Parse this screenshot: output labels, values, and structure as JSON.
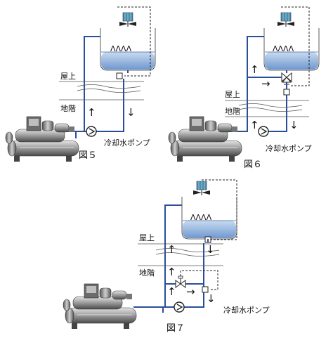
{
  "figures": [
    {
      "caption": "図５",
      "roof_label": "屋上",
      "basement_label": "地階",
      "pump_label": "冷却水ポンプ",
      "tower_fill": "ΛΛΛΛ",
      "arrows": [
        "↑",
        "↓"
      ]
    },
    {
      "caption": "図６",
      "roof_label": "屋上",
      "basement_label": "地階",
      "pump_label": "冷却水ポンプ",
      "tower_fill": "ΛΛΛΛ",
      "arrows": [
        "↑",
        "→",
        "↑",
        "↓"
      ]
    },
    {
      "caption": "図７",
      "roof_label": "屋上",
      "basement_label": "地階",
      "pump_label": "冷却水ポンプ",
      "tower_fill": "ΛΛΛΛ",
      "arrows": [
        "↑",
        "↓",
        "↑",
        "↑",
        "→",
        "↓"
      ]
    }
  ],
  "colors": {
    "pipe": "#2a4f9a",
    "water": "#8fb2dd",
    "fan": "#4a8fb0"
  }
}
